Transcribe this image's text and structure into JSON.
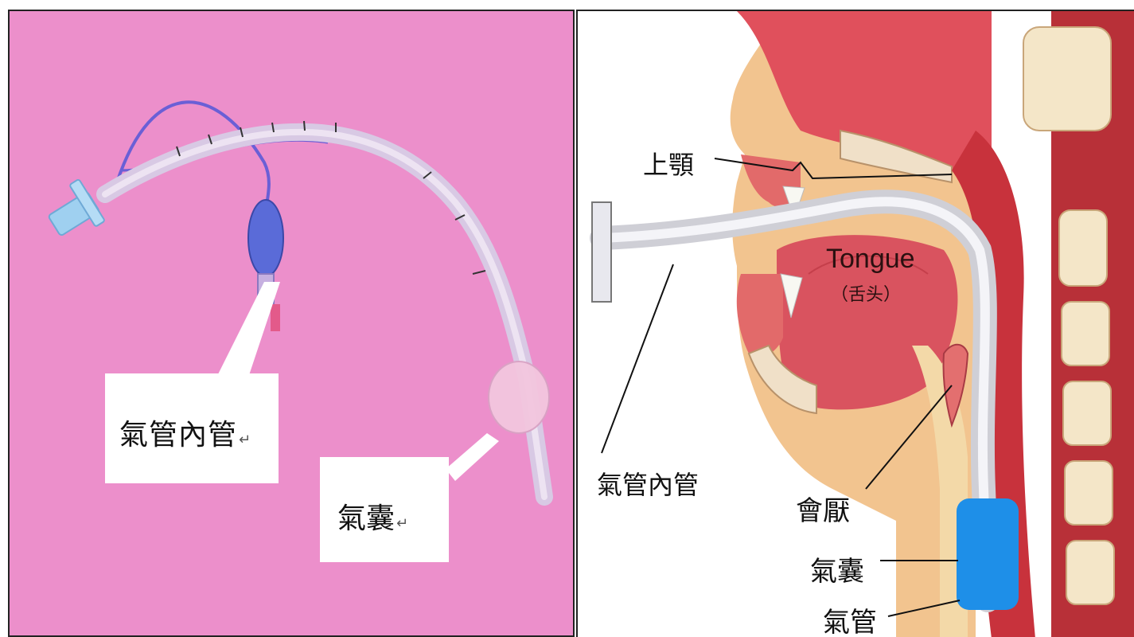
{
  "left": {
    "tube_label": "氣管內管",
    "cuff_label": "氣囊",
    "return_mark": "↵"
  },
  "right": {
    "upper_jaw": "上顎",
    "tube": "氣管內管",
    "tongue": "Tongue",
    "tongue_cn": "（舌头）",
    "epiglottis": "會厭",
    "cuff": "氣囊",
    "trachea": "氣管"
  },
  "colors": {
    "left_background": "#ec8fcb",
    "cuff_blue": "#1e8fe8",
    "tissue_red": "#c8323c"
  }
}
